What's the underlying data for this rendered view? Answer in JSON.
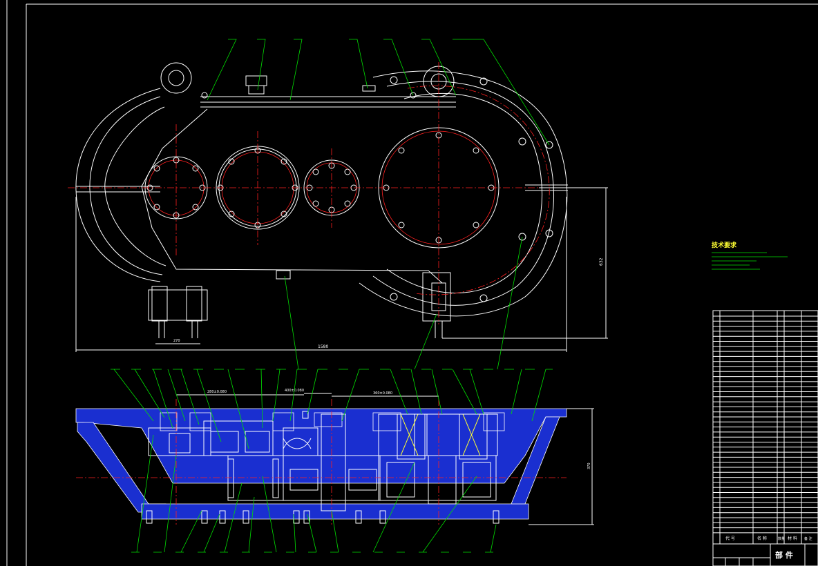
{
  "drawing": {
    "tech_req_title": "技术要求",
    "dim_width": "1580",
    "dim_height": "632",
    "dim_plan_height": "370",
    "dim_foot": "270",
    "center_distances": [
      "280±0.080",
      "400±0.080",
      "360±0.080"
    ],
    "title_block": {
      "name": "部 件",
      "col_code": "代 号",
      "col_name": "名 称",
      "col_qty": "数量",
      "col_material": "材 料",
      "col_note": "备 注"
    }
  },
  "colors": {
    "background": "#000000",
    "outline": "#ffffff",
    "leader": "#00e000",
    "centerline": "#ff2020",
    "section": "#1a2fd0"
  }
}
